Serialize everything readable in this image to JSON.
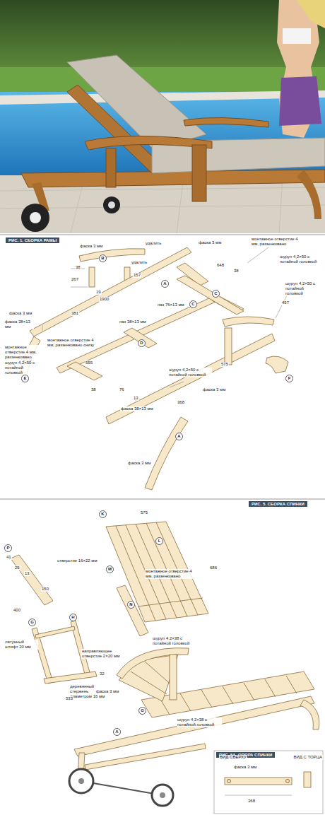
{
  "diagram": {
    "nodes": [
      {
        "text": [
          "РИС. 1. СБОРКА РАМЫ"
        ]
      },
      {
        "text": [
          "РИС. 5. СБОРКА СПИНКИ"
        ]
      },
      {
        "text": [
          "РИС. 5А. ОПОРА СПИНКИ"
        ]
      }
    ],
    "labels": [
      "фаска 3 мм",
      "удалить",
      "38",
      "267",
      "19",
      "157",
      "удалить",
      "1900",
      "фаска 3 мм",
      "648",
      "38",
      "монтажное отверстие 4 мм, раззенковано",
      "шуруп 4,2×50 с потайной головкой",
      "шуруп 4,2×50 с потайной головкой",
      "457",
      "фаска 3 мм",
      "фаска 38×13 мм",
      "381",
      "паз 76×13 мм",
      "паз 38×13 мм",
      "монтажное отверстие 4 мм, раззенковано снизу",
      "монтажное отверстие 4 мм, раззенковано",
      "шуруп 4,2×50 с потайной головкой",
      "555",
      "38",
      "76",
      "13",
      "фаска 38×13 мм",
      "шуруп 4,2×50 с потайной головкой",
      "575",
      "368",
      "фаска 3 мм",
      "фаска 3 мм",
      "A",
      "B",
      "C",
      "C",
      "D",
      "E",
      "F",
      "A",
      "575",
      "686",
      "41",
      "25",
      "13",
      "150",
      "400",
      "отверстие 16×22 мм",
      "монтажное отверстие 4 мм, раззенковано",
      "шуруп 4,2×38 с потайной головкой",
      "латунный штифт 20 мм",
      "направляющее отверстие 2×20 мм",
      "деревянный стержень диаметром 16 мм",
      "533",
      "32",
      "фаска 3 мм",
      "шуруп 4,2×38 с потайной головкой",
      "ВИД СВЕРХУ",
      "ВИД С ТОРЦА",
      "фаска 3 мм",
      "368",
      "K",
      "L",
      "M",
      "N",
      "P",
      "G",
      "H",
      "A",
      "G"
    ]
  }
}
